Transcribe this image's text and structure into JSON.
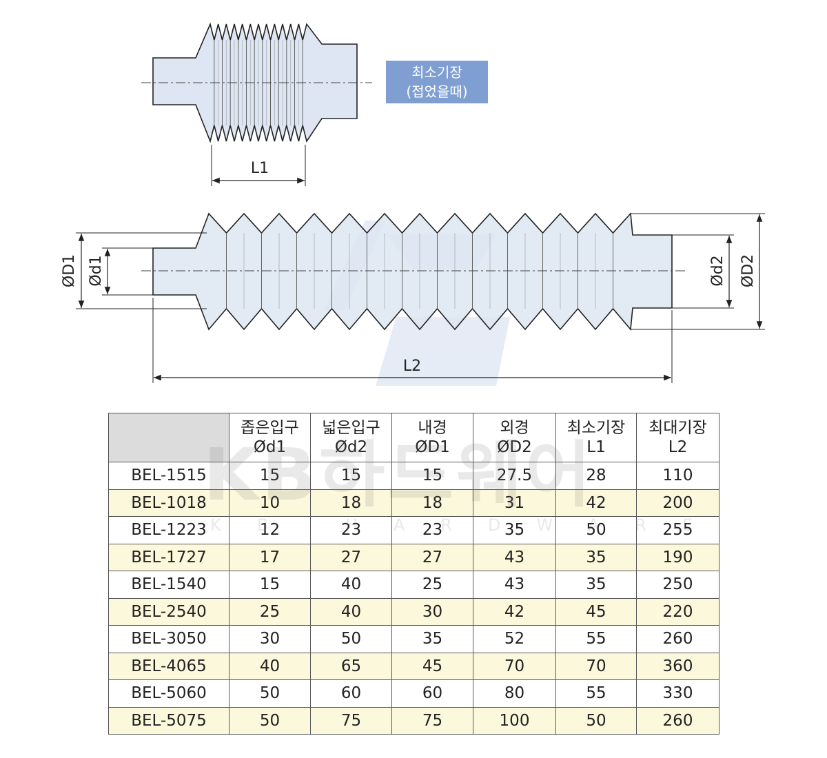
{
  "diagram": {
    "note_line1": "최소기장",
    "note_line2": "(접었을때)",
    "label_L1": "L1",
    "label_L2": "L2",
    "label_D1": "ØD1",
    "label_d1": "Ød1",
    "label_d2": "Ød2",
    "label_D2": "ØD2",
    "line_color": "#222222",
    "fill_color": "#dde6f2",
    "accent_color": "#7f9fd3"
  },
  "watermark": {
    "main": "KB하드웨어",
    "sub": "KB HARDWARE"
  },
  "table": {
    "headers": [
      {
        "line1": "",
        "line2": ""
      },
      {
        "line1": "좁은입구",
        "line2": "Ød1"
      },
      {
        "line1": "넓은입구",
        "line2": "Ød2"
      },
      {
        "line1": "내경",
        "line2": "ØD1"
      },
      {
        "line1": "외경",
        "line2": "ØD2"
      },
      {
        "line1": "최소기장",
        "line2": "L1"
      },
      {
        "line1": "최대기장",
        "line2": "L2"
      }
    ],
    "rows": [
      [
        "BEL-1515",
        "15",
        "15",
        "15",
        "27.5",
        "28",
        "110"
      ],
      [
        "BEL-1018",
        "10",
        "18",
        "18",
        "31",
        "42",
        "200"
      ],
      [
        "BEL-1223",
        "12",
        "23",
        "23",
        "35",
        "50",
        "255"
      ],
      [
        "BEL-1727",
        "17",
        "27",
        "27",
        "43",
        "35",
        "190"
      ],
      [
        "BEL-1540",
        "15",
        "40",
        "25",
        "43",
        "35",
        "250"
      ],
      [
        "BEL-2540",
        "25",
        "40",
        "30",
        "42",
        "45",
        "220"
      ],
      [
        "BEL-3050",
        "30",
        "50",
        "35",
        "52",
        "55",
        "260"
      ],
      [
        "BEL-4065",
        "40",
        "65",
        "45",
        "70",
        "70",
        "360"
      ],
      [
        "BEL-5060",
        "50",
        "60",
        "60",
        "80",
        "55",
        "330"
      ],
      [
        "BEL-5075",
        "50",
        "75",
        "75",
        "100",
        "50",
        "260"
      ]
    ],
    "alt_row_color": "#fcf8dc",
    "header_corner_color": "#dcdcdc"
  }
}
